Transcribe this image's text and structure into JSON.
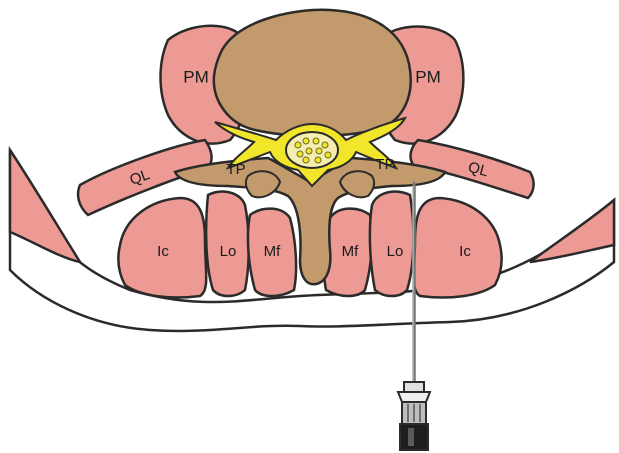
{
  "labels": {
    "pm_left": "PM",
    "pm_right": "PM",
    "ql_left": "QL",
    "ql_right": "QL",
    "tp_left": "TP",
    "tp_right": "TP",
    "ic_left": "Ic",
    "lo_left": "Lo",
    "mf_left": "Mf",
    "mf_right": "Mf",
    "lo_right": "Lo",
    "ic_right": "Ic"
  },
  "colors": {
    "muscle": "#EC9A93",
    "bone": "#C39A6B",
    "nerve": "#F2E62A",
    "outline": "#2b2b2b",
    "skin": "#ffffff",
    "needle": "#8a8a8a"
  }
}
